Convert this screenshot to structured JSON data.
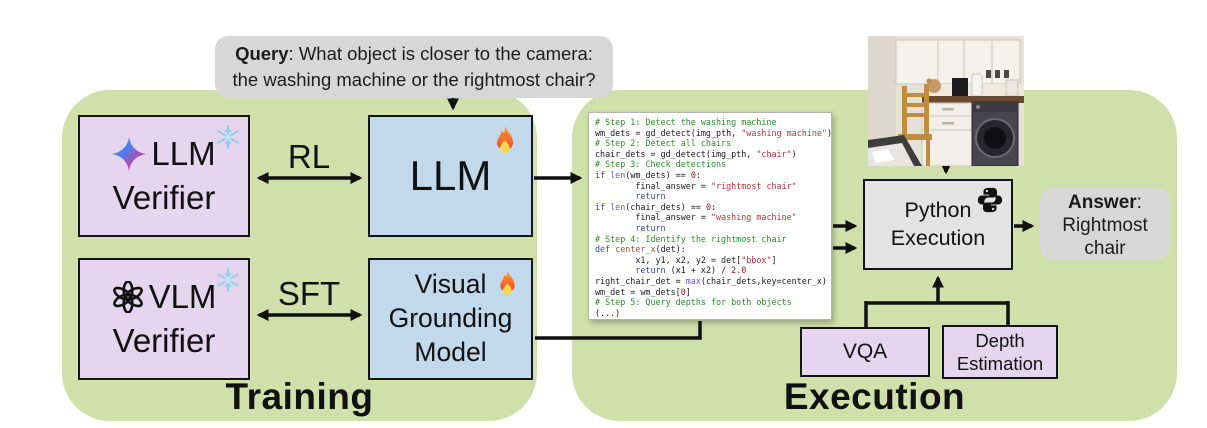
{
  "query_bubble": {
    "label": "Query",
    "text": ": What object is closer to the camera:",
    "line2": "the washing machine or the rightmost chair?"
  },
  "training": {
    "section_label": "Training",
    "llm_verifier": {
      "line1": "LLM",
      "line2": "Verifier"
    },
    "vlm_verifier": {
      "line1": "VLM",
      "line2": "Verifier"
    },
    "rl_label": "RL",
    "sft_label": "SFT",
    "llm_box_label": "LLM",
    "vgm_box": {
      "line1": "Visual",
      "line2": "Grounding",
      "line3": "Model"
    }
  },
  "execution": {
    "section_label": "Execution",
    "python_box": {
      "line1": "Python",
      "line2": "Execution"
    },
    "vqa_label": "VQA",
    "depth_box": {
      "line1": "Depth",
      "line2": "Estimation"
    },
    "answer_bubble": {
      "label": "Answer",
      "colon": ":",
      "line2": "Rightmost",
      "line3": "chair"
    }
  },
  "code": {
    "lines": [
      "# Step 1: Detect the washing machine",
      "wm_dets = gd_detect(img_pth, \"washing machine\")",
      "# Step 2: Detect all chairs",
      "chair_dets = gd_detect(img_pth, \"chair\")",
      "# Step 3: Check detections",
      "if len(wm_dets) == 0:",
      "        final_answer = \"rightmost chair\"",
      "        return",
      "if len(chair_dets) == 0:",
      "        final_answer = \"washing machine\"",
      "        return",
      "# Step 4: Identify the rightmost chair",
      "def center_x(det):",
      "        x1, y1, x2, y2 = det[\"bbox\"]",
      "        return (x1 + x2) / 2.0",
      "right_chair_det = max(chair_dets,key=center_x)",
      "wm_det = wm_dets[0]",
      "# Step 5: Query depths for both objects",
      "(...)"
    ]
  },
  "icons": {
    "llm_verifier_icon": "gemini-sparkle",
    "vlm_verifier_icon": "openai-logo",
    "frozen_icon": "snowflake",
    "trainable_icon": "flame",
    "python_icon": "python-logo",
    "photo": "kitchen-scene-with-washing-machine-and-chair"
  },
  "colors": {
    "panel_green": "#cfe0ab",
    "box_purple": "#e5d5ee",
    "box_blue": "#c2d9eb",
    "python_box_gray": "#e3e3e3",
    "bubble_gray": "#d7d7d7",
    "line_black": "#111111",
    "code_comment": "#2e8b2e",
    "code_string": "#b03434",
    "code_keyword": "#3949ab",
    "code_builtin": "#6a5acd",
    "code_number": "#a31515",
    "code_funcname": "#a0522d"
  }
}
